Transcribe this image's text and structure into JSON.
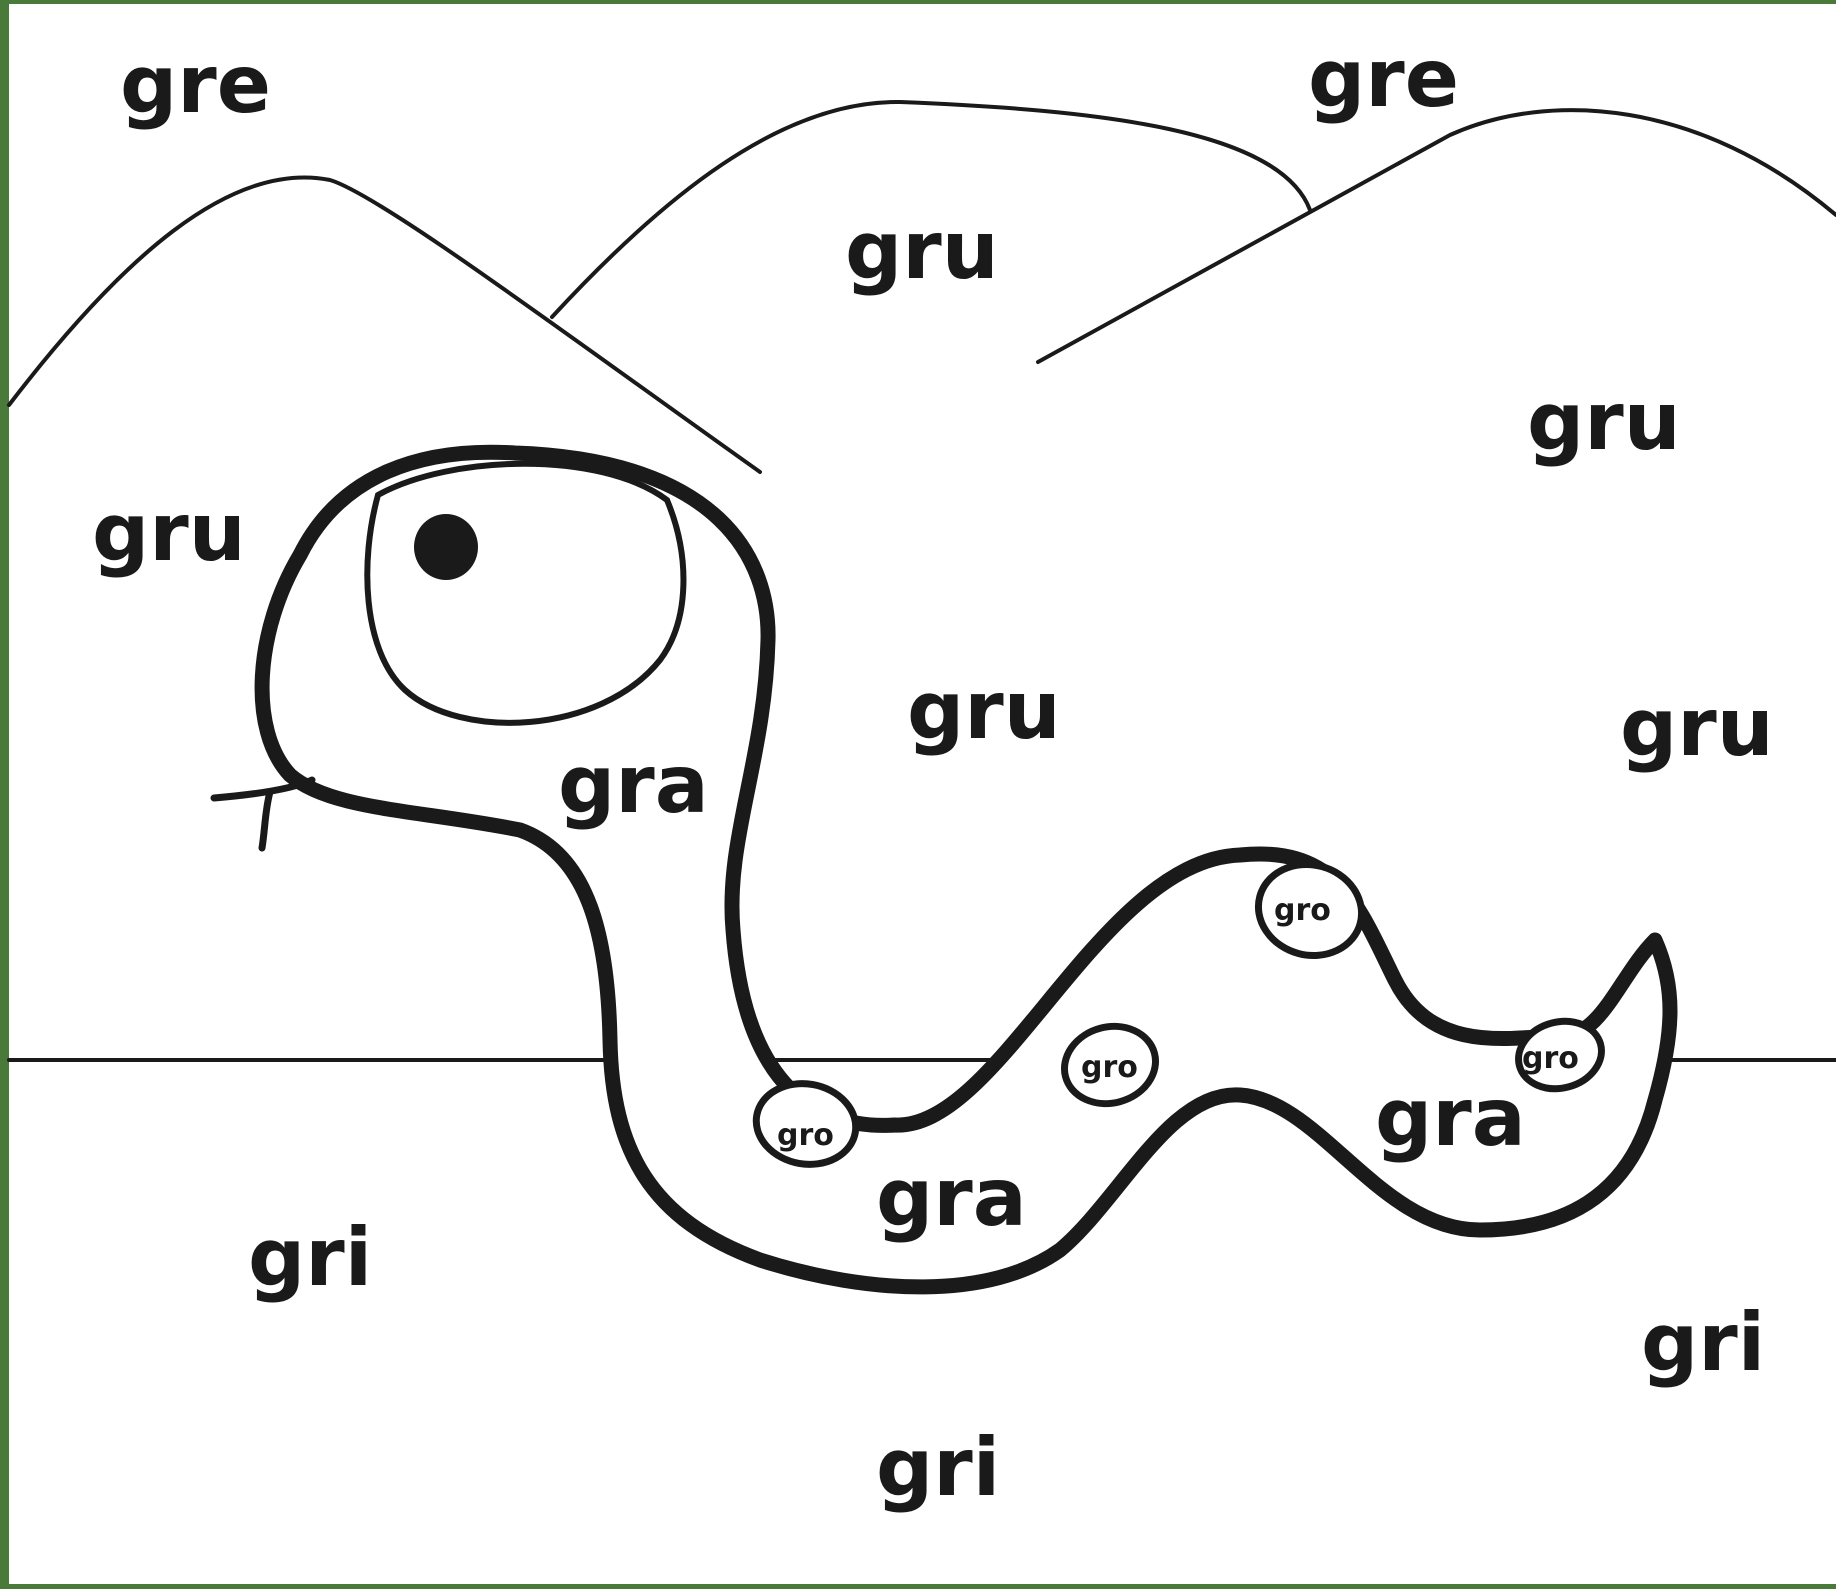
{
  "frame_color": "#4a7a3a",
  "labels": {
    "gre_1": "gre",
    "gre_2": "gre",
    "gru_1": "gru",
    "gru_2": "gru",
    "gru_3": "gru",
    "gru_4": "gru",
    "gru_5": "gru",
    "gra_1": "gra",
    "gra_2": "gra",
    "gra_3": "gra",
    "gro_1": "gro",
    "gro_2": "gro",
    "gro_3": "gro",
    "gro_4": "gro",
    "gri_1": "gri",
    "gri_2": "gri",
    "gri_3": "gri"
  }
}
